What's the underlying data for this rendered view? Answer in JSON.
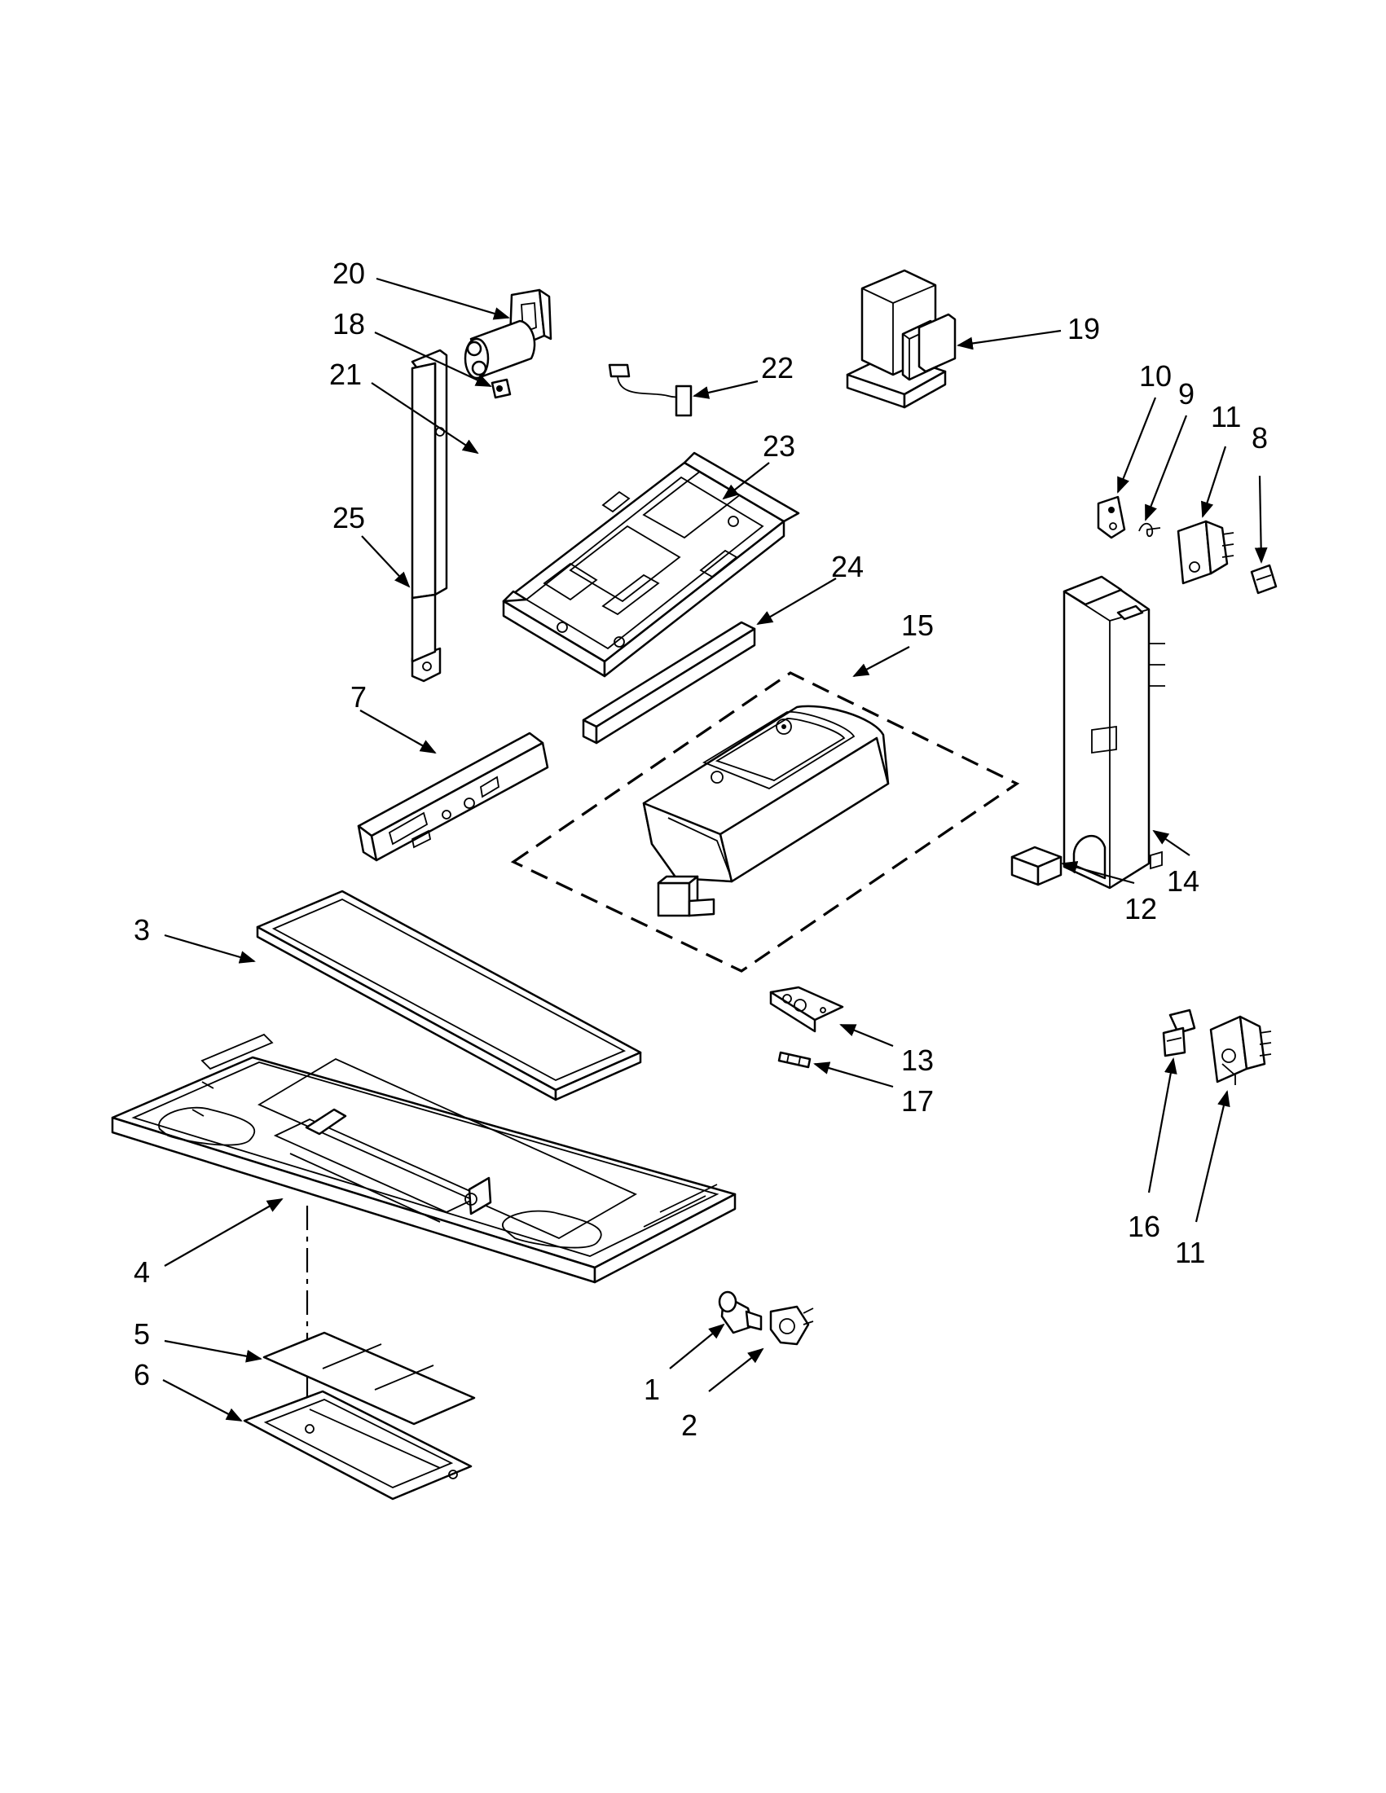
{
  "callouts": {
    "c1": "1",
    "c2": "2",
    "c3": "3",
    "c4": "4",
    "c5": "5",
    "c6": "6",
    "c7": "7",
    "c8": "8",
    "c9": "9",
    "c10": "10",
    "c11a": "11",
    "c11b": "11",
    "c12": "12",
    "c13": "13",
    "c14": "14",
    "c15": "15",
    "c16": "16",
    "c17": "17",
    "c18": "18",
    "c19": "19",
    "c20": "20",
    "c21": "21",
    "c22": "22",
    "c23": "23",
    "c24": "24",
    "c25": "25"
  }
}
